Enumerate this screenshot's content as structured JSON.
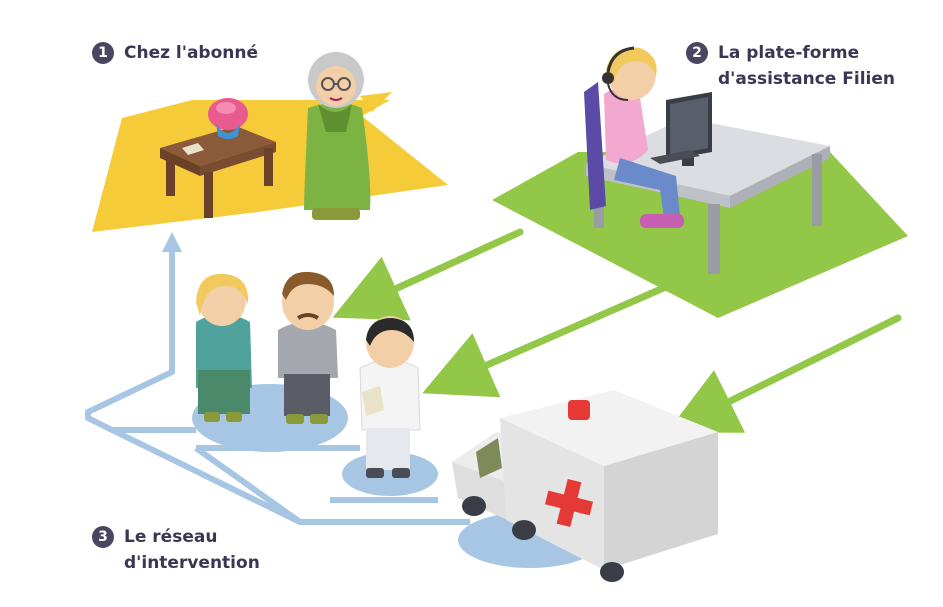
{
  "steps": [
    {
      "number": "1",
      "lines": [
        "Chez l'abonné"
      ]
    },
    {
      "number": "2",
      "lines": [
        "La plate-forme",
        "d'assistance Filien"
      ]
    },
    {
      "number": "3",
      "lines": [
        "Le réseau",
        "d'intervention"
      ]
    }
  ],
  "colors": {
    "home_platform": "#f6cb3a",
    "assistance_platform": "#93c748",
    "network_paths": "#a7c6e4",
    "text": "#3c3553"
  },
  "icons": [
    "table-icon",
    "vase-icon",
    "elderly-woman-icon",
    "operator-icon",
    "desk-icon",
    "computer-icon",
    "woman-icon",
    "man-icon",
    "doctor-icon",
    "ambulance-icon"
  ]
}
